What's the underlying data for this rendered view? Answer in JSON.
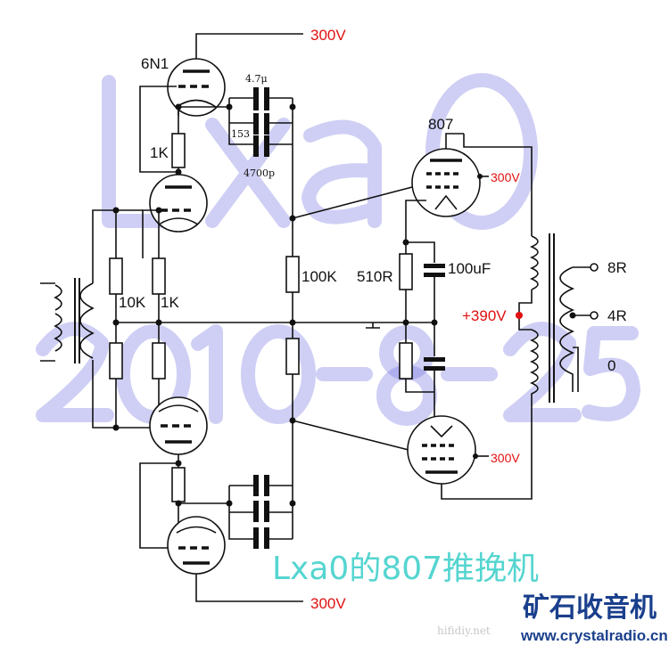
{
  "labels": {
    "tube_driver": "6N1",
    "tube_output": "807",
    "supply_top": "300V",
    "supply_bottom": "300V",
    "screen_top": "300V",
    "screen_bottom": "300V",
    "cap_top": "4.7μ",
    "cap_mid": "153",
    "cap_bottom": "4700p",
    "r_cathode": "1K",
    "r_grid_10k": "10K",
    "r_grid_1k": "1K",
    "r_100k": "100K",
    "r_510": "510R",
    "c_100uf": "100uF",
    "b_plus": "+390V",
    "tap_8r": "8R",
    "tap_4r": "4R",
    "tap_0": "0"
  },
  "watermark": {
    "line1": "Lxa0",
    "line2": "2010-8-25"
  },
  "title": "Lxa0的807推挽机",
  "logo": {
    "name": "矿石收音机",
    "url": "www.crystalradio.cn",
    "faint": "hifidiy.net"
  },
  "colors": {
    "supply_label": "#e01010",
    "title": "#55d5d0",
    "logo": "#1a3f8c"
  }
}
